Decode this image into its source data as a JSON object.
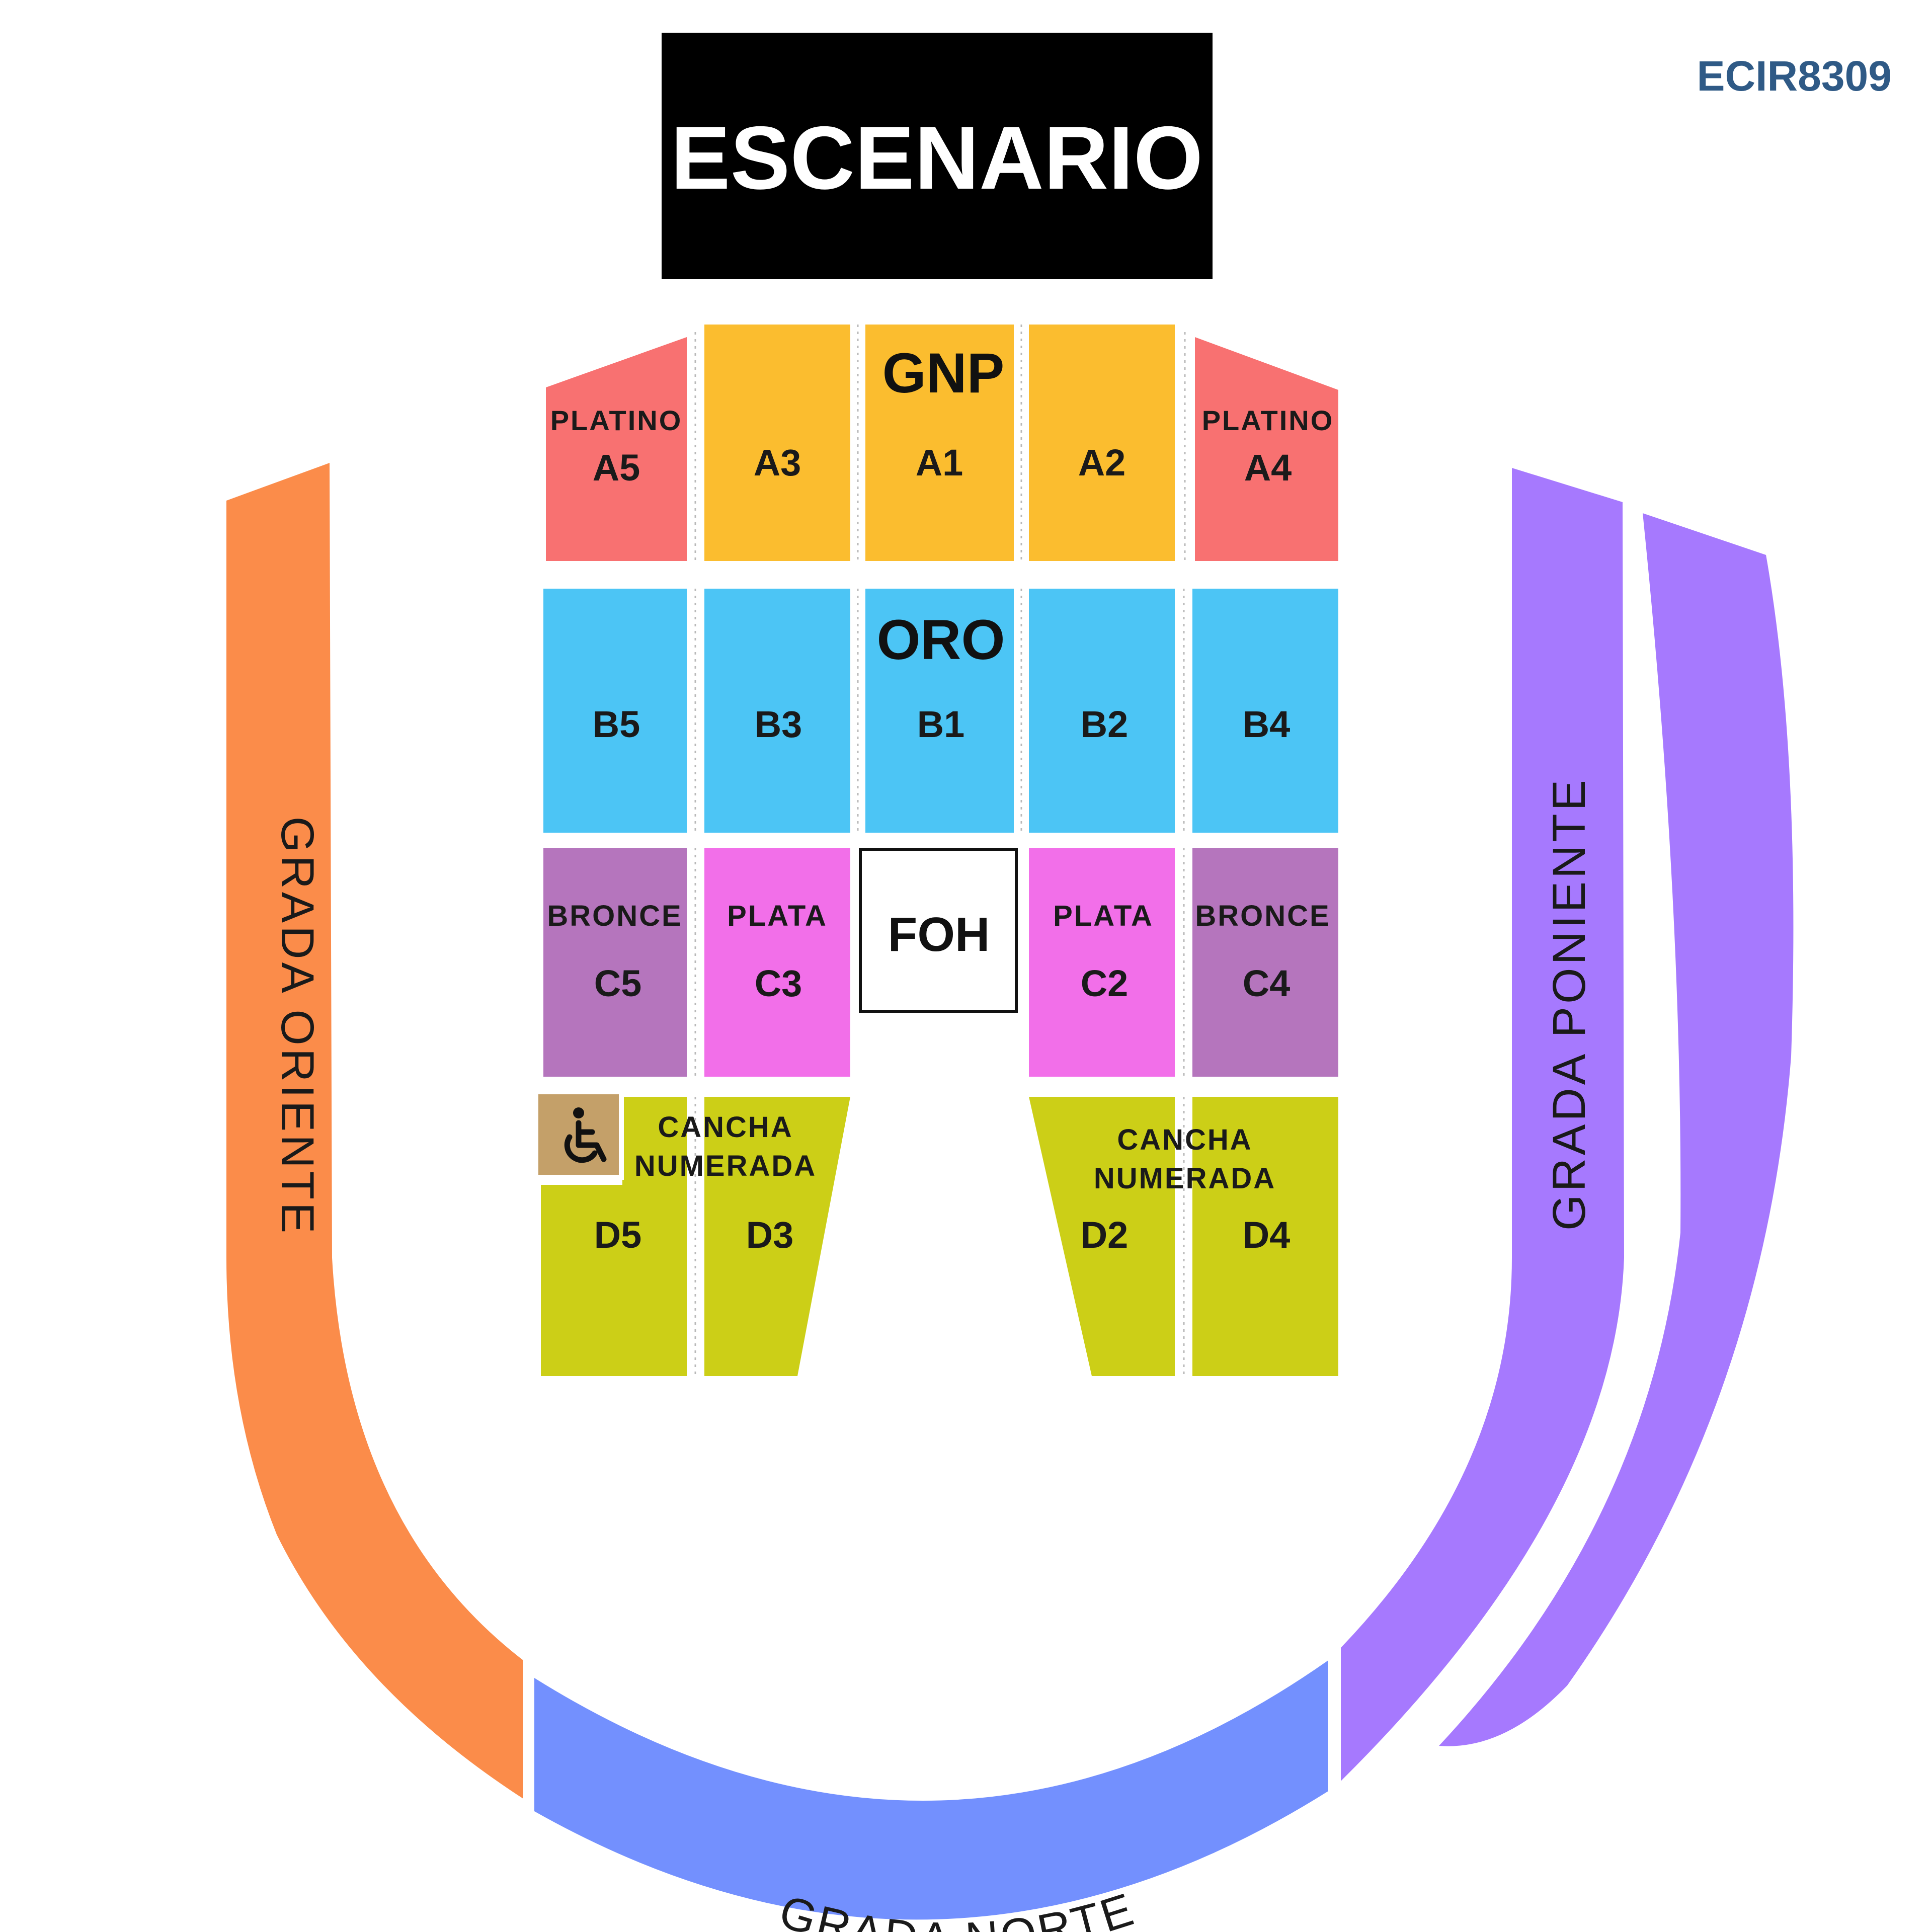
{
  "code": "ECIR8309",
  "stage": {
    "label": "ESCENARIO"
  },
  "foh": {
    "label": "FOH"
  },
  "colors": {
    "stage": "#000000",
    "gnp": "#fbbd2f",
    "platino": "#f87171",
    "oro": "#4cc5f5",
    "plata": "#f26fe9",
    "bronce": "#b575bd",
    "cancha": "#cccf17",
    "accessible": "#c4a069",
    "grada_oriente": "#fb8c4a",
    "grada_norte": "#7390fe",
    "grada_poniente": "#a679fe",
    "code_text": "#2f5a86"
  },
  "zones": {
    "gnp": {
      "label": "GNP"
    },
    "oro": {
      "label": "ORO"
    },
    "platino_label": "PLATINO",
    "plata_label": "PLATA",
    "bronce_label": "BRONCE",
    "cancha_line1": "CANCHA",
    "cancha_line2": "NUMERADA"
  },
  "sections": {
    "A5": "A5",
    "A3": "A3",
    "A1": "A1",
    "A2": "A2",
    "A4": "A4",
    "B5": "B5",
    "B3": "B3",
    "B1": "B1",
    "B2": "B2",
    "B4": "B4",
    "C5": "C5",
    "C3": "C3",
    "C2": "C2",
    "C4": "C4",
    "D5": "D5",
    "D3": "D3",
    "D2": "D2",
    "D4": "D4"
  },
  "gradas": {
    "oriente": "GRADA ORIENTE",
    "norte": "GRADA NORTE",
    "poniente": "GRADA PONIENTE"
  },
  "accessibility": {
    "icon": "wheelchair-icon"
  }
}
